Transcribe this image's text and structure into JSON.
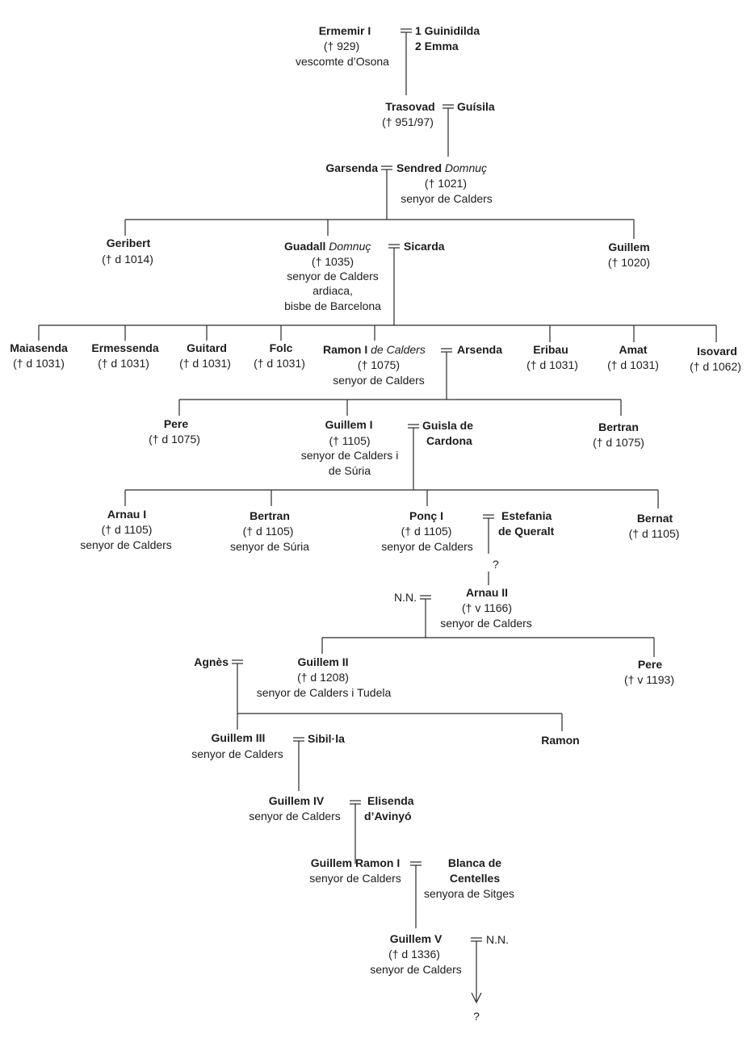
{
  "people": {
    "ermemir": {
      "name": "Ermemir I",
      "dates": "(† 929)",
      "title": "vescomte d’Osona"
    },
    "spouses_ermemir": {
      "first": "1  Guinidilda",
      "second": "2  Emma"
    },
    "trasovad": {
      "name": "Trasovad",
      "dates": "(† 951/97)"
    },
    "guisila": {
      "name": "Guísila"
    },
    "garsenda": {
      "name": "Garsenda"
    },
    "sendred": {
      "name": "Sendred",
      "surname": "Domnuç",
      "dates": "(† 1021)",
      "title": "senyor de Calders"
    },
    "geribert": {
      "name": "Geribert",
      "dates": "(† d 1014)"
    },
    "guadall": {
      "name": "Guadall",
      "surname": "Domnuç",
      "dates": "(† 1035)",
      "title": "senyor de Calders",
      "title2": "ardiaca,",
      "title3": "bisbe de Barcelona"
    },
    "sicarda": {
      "name": "Sicarda"
    },
    "guillem_sendred": {
      "name": "Guillem",
      "dates": "(† 1020)"
    },
    "maiasenda": {
      "name": "Maiasenda",
      "dates": "(† d 1031)"
    },
    "ermessenda": {
      "name": "Ermessenda",
      "dates": "(† d 1031)"
    },
    "guitard": {
      "name": "Guitard",
      "dates": "(† d 1031)"
    },
    "folc": {
      "name": "Folc",
      "dates": "(† d 1031)"
    },
    "ramon1": {
      "name": "Ramon I",
      "surname": "de Calders",
      "dates": "(† 1075)",
      "title": "senyor de Calders"
    },
    "arsenda": {
      "name": "Arsenda"
    },
    "eribau": {
      "name": "Eribau",
      "dates": "(† d 1031)"
    },
    "amat": {
      "name": "Amat",
      "dates": "(† d 1031)"
    },
    "isovard": {
      "name": "Isovard",
      "dates": "(† d 1062)"
    },
    "pere1": {
      "name": "Pere",
      "dates": "(† d 1075)"
    },
    "guillem1": {
      "name": "Guillem I",
      "dates": "(† 1105)",
      "title": "senyor de Calders i",
      "title2": "de Súria"
    },
    "guisla": {
      "name": "Guisla de",
      "name2": "Cardona"
    },
    "bertran1": {
      "name": "Bertran",
      "dates": "(† d 1075)"
    },
    "arnau1": {
      "name": "Arnau I",
      "dates": "(† d 1105)",
      "title": "senyor de Calders"
    },
    "bertran2": {
      "name": "Bertran",
      "dates": "(† d 1105)",
      "title": "senyor de Súria"
    },
    "ponc1": {
      "name": "Ponç I",
      "dates": "(† d 1105)",
      "title": "senyor de Calders"
    },
    "estefania": {
      "name": "Estefania",
      "name2": "de Queralt"
    },
    "bernat": {
      "name": "Bernat",
      "dates": "(† d 1105)"
    },
    "uncertain1": {
      "mark": "?"
    },
    "nn1": {
      "name": "N.N."
    },
    "arnau2": {
      "name": "Arnau II",
      "dates": "(† v 1166)",
      "title": "senyor de Calders"
    },
    "agnes": {
      "name": "Agnès"
    },
    "guillem2": {
      "name": "Guillem II",
      "dates": "(† d 1208)",
      "title": "senyor de Calders i Tudela"
    },
    "pere2": {
      "name": "Pere",
      "dates": "(† v 1193)"
    },
    "guillem3": {
      "name": "Guillem III",
      "title": "senyor de Calders"
    },
    "sibilla": {
      "name": "Sibil·la"
    },
    "ramon_g2": {
      "name": "Ramon"
    },
    "guillem4": {
      "name": "Guillem IV",
      "title": "senyor de Calders"
    },
    "elisenda": {
      "name": "Elisenda",
      "name2": "d’Avinyó"
    },
    "guillemramon1": {
      "name": "Guillem Ramon I",
      "title": "senyor de Calders"
    },
    "blanca": {
      "name": "Blanca de",
      "name2": "Centelles",
      "title": "senyora de Sitges"
    },
    "guillem5": {
      "name": "Guillem V",
      "dates": "(† d 1336)",
      "title": "senyor de Calders"
    },
    "nn2": {
      "name": "N.N."
    },
    "uncertain2": {
      "mark": "?"
    }
  }
}
